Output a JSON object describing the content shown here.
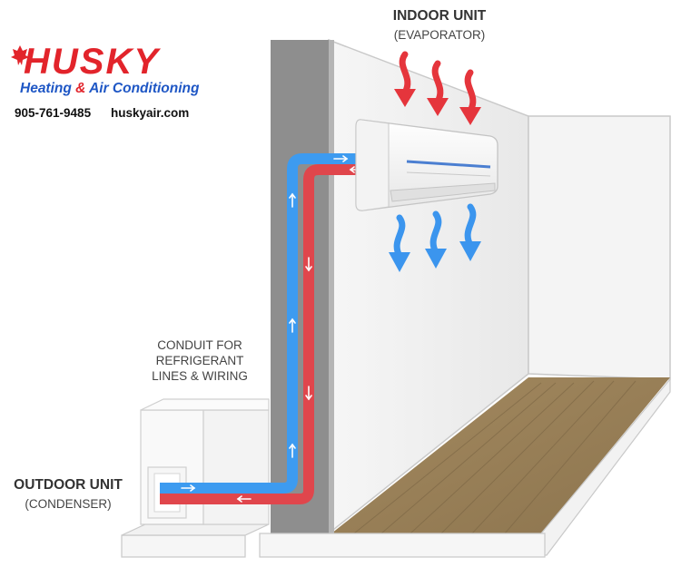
{
  "brand": {
    "name": "HUSKY",
    "tagline_part1": "Heating",
    "tagline_amp": "&",
    "tagline_part2": "Air Conditioning",
    "phone": "905-761-9485",
    "website": "huskyair.com",
    "colors": {
      "red": "#e2242b",
      "blue": "#1f57c5"
    }
  },
  "indoor_unit": {
    "title": "INDOOR UNIT",
    "subtitle": "(EVAPORATOR)"
  },
  "outdoor_unit": {
    "title": "OUTDOOR UNIT",
    "subtitle": "(CONDENSER)"
  },
  "conduit": {
    "lines": [
      "CONDUIT FOR",
      "REFRIGERANT",
      "LINES & WIRING"
    ]
  },
  "colors": {
    "cold_line": "#3d9bf0",
    "hot_line": "#e0464c",
    "warm_air": "#e5353c",
    "cool_air": "#3b95ee",
    "wall": "#8e8e8e",
    "floor": "#9a8158"
  },
  "icons": {
    "warm_air": "wavy-down-arrow-icon",
    "cool_air": "wavy-down-arrow-icon",
    "flow": "small-arrow-icon",
    "brand": "maple-leaf-icon"
  }
}
